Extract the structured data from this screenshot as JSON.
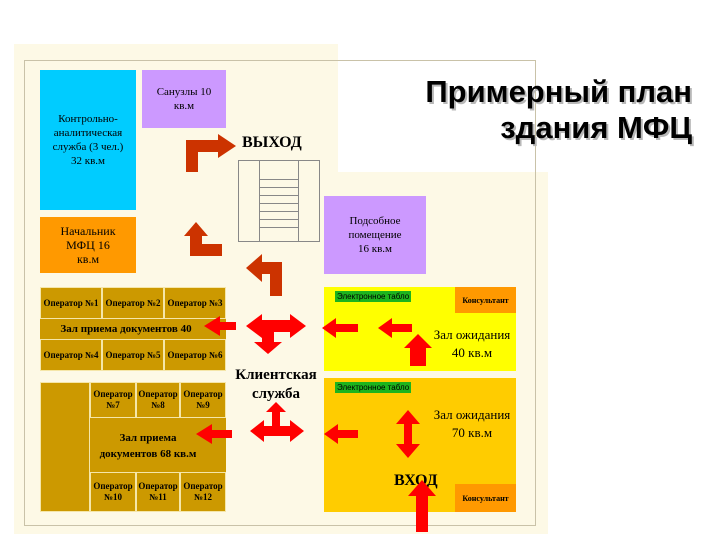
{
  "title": {
    "line1": "Примерный план",
    "line2": "здания МФЦ"
  },
  "colors": {
    "control": "#00ccff",
    "sanitary": "#cc99ff",
    "chief": "#ff9900",
    "operator": "#cc9900",
    "waiting_top": "#ffff00",
    "waiting_bottom": "#ffcc00",
    "arrow": "#ff0000",
    "arrow_dark": "#cc3300",
    "board": "#1db41d"
  },
  "rooms": {
    "control": "Контрольно-аналитическая служба (3 чел.) 32 кв.м",
    "sanitary": "Санузлы 10 кв.м",
    "chief": "Начальник МФЦ 16 кв.м",
    "utility": "Подсобное помещение 16 кв.м",
    "hall_top": "Зал приема документов 40 кв.м",
    "hall_bottom": "Зал приема документов 68 кв.м",
    "waiting_top": "Зал ожидания 40 кв.м",
    "waiting_bottom": "Зал ожидания 70 кв.м"
  },
  "operators": [
    "Оператор №1",
    "Оператор №2",
    "Оператор №3",
    "Оператор №4",
    "Оператор №5",
    "Оператор №6",
    "Оператор №7",
    "Оператор №8",
    "Оператор №9",
    "Оператор №10",
    "Оператор №11",
    "Оператор №12"
  ],
  "labels": {
    "exit": "ВЫХОД",
    "entrance": "ВХОД",
    "client_service": "Клиентская служба",
    "board": "Электронное табло",
    "consultant": "Консультант"
  }
}
